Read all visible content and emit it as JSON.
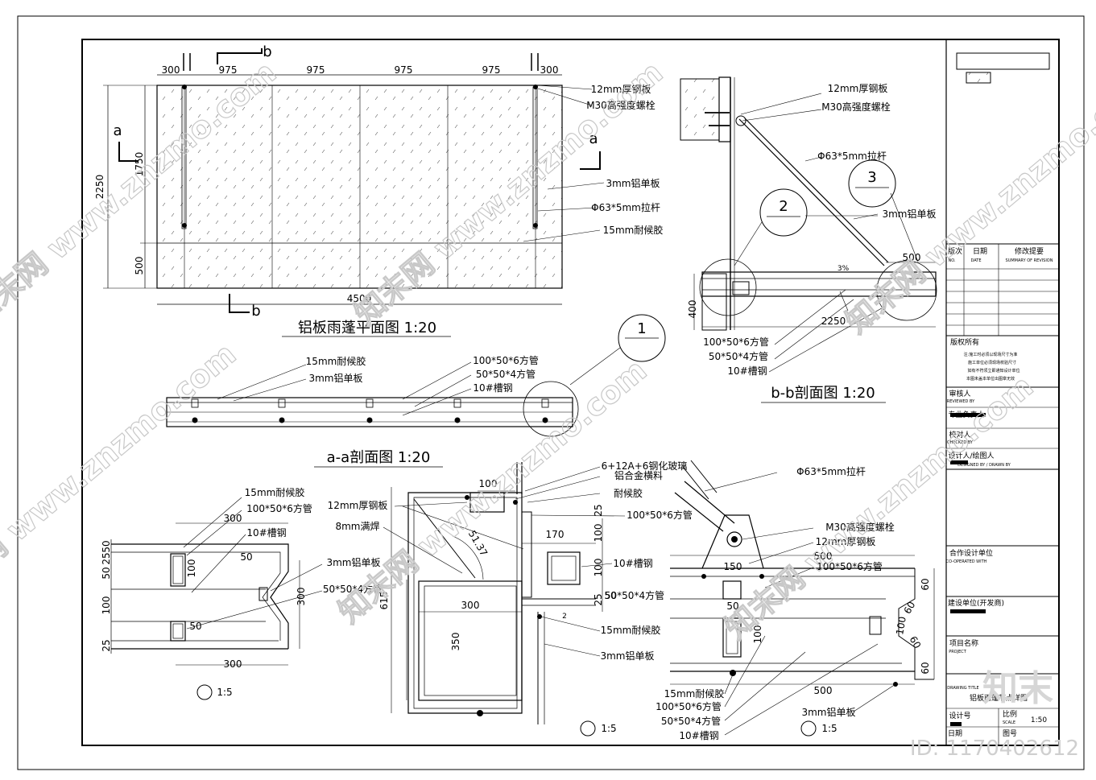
{
  "plan": {
    "title": "铝板雨蓬平面图 1:20",
    "dims_top": [
      "300",
      "975",
      "975",
      "975",
      "975",
      "300"
    ],
    "dim_total": "4500",
    "dims_left": [
      "2250",
      "1750",
      "500"
    ],
    "section_marks": [
      "a",
      "a",
      "b",
      "b"
    ],
    "labels": [
      "12mm厚钢板",
      "M30高强度螺栓",
      "3mm铝单板",
      "Φ63*5mm拉杆",
      "15mm耐候胶"
    ]
  },
  "section_aa": {
    "title": "a-a剖面图 1:20",
    "labels": [
      "15mm耐候胶",
      "3mm铝单板",
      "100*50*6方管",
      "50*50*4方管",
      "10#槽钢"
    ],
    "detail_mark": "1"
  },
  "section_bb": {
    "title": "b-b剖面图 1:20",
    "labels": [
      "12mm厚钢板",
      "M30高强度螺栓",
      "Φ63*5mm拉杆",
      "3mm铝单板",
      "100*50*6方管",
      "50*50*4方管",
      "10#槽钢"
    ],
    "detail_marks": [
      "2",
      "3"
    ],
    "dims": [
      "500",
      "400",
      "2250",
      "3%"
    ]
  },
  "detail1": {
    "scale": "1:5",
    "labels": [
      "15mm耐候胶",
      "100*50*6方管",
      "10#槽钢",
      "3mm铝单板",
      "50*50*4方管"
    ],
    "dims": [
      "300",
      "50",
      "25",
      "50",
      "100",
      "50",
      "100",
      "50",
      "25",
      "300",
      "300"
    ]
  },
  "detail2": {
    "scale": "1:5",
    "labels": [
      "6+12A+6钢化玻璃",
      "铝合金横料",
      "耐候胶",
      "12mm厚钢板",
      "8mm满焊",
      "100*50*6方管",
      "10#槽钢",
      "50*50*4方管",
      "15mm耐候胶",
      "3mm铝单板"
    ],
    "dims": [
      "100",
      "25",
      "100",
      "170",
      "100",
      "25",
      "50",
      "2",
      "300",
      "350",
      "615",
      "51.37"
    ]
  },
  "detail3": {
    "scale": "1:5",
    "labels": [
      "Φ63*5mm拉杆",
      "M30高强度螺栓",
      "12mm厚钢板",
      "100*50*6方管",
      "15mm耐候胶",
      "100*50*6方管",
      "50*50*4方管",
      "10#槽钢",
      "3mm铝单板"
    ],
    "dims": [
      "500",
      "150",
      "60",
      "60",
      "50",
      "100",
      "100",
      "60",
      "60",
      "500"
    ]
  },
  "title_block": {
    "revision_headers": [
      "版次",
      "日期",
      "修改提要"
    ],
    "revision_headers_en": [
      "NO.",
      "DATE",
      "SUMMARY OF REVISION"
    ],
    "copyright": "版权所有",
    "notes": [
      "注:施工时必须以现场尺寸为准",
      "施工单位必须现场校验尺寸",
      "如有不符须立即通知设计单位",
      "本图未盖本单位出图章无效"
    ],
    "reviewed": "审核人",
    "reviewed_en": "REVIEWED BY",
    "leader": "专业负责人",
    "checked": "校对人",
    "checked_en": "CHECKED BY",
    "designer": "设计人/绘图人",
    "designer_en": "DESIGNED BY / DRAWN BY",
    "cooperation": "合作设计单位",
    "cooperation_en": "CO-OPERATED WITH",
    "client": "建设单位(开发商)",
    "project": "项目名称",
    "project_en": "PROJECT",
    "drawing_name_en": "DRAWING TITLE",
    "drawing_name": "铝板雨蓬节点详图",
    "design_no": "设计号",
    "scale_label": "比例",
    "scale_en": "SCALE",
    "scale_value": "1:50",
    "date": "日期",
    "drawing_no": "图号"
  },
  "watermark": {
    "site": "知末网 www.znzmo.com",
    "logo": "知末",
    "id": "ID: 1170402612"
  }
}
